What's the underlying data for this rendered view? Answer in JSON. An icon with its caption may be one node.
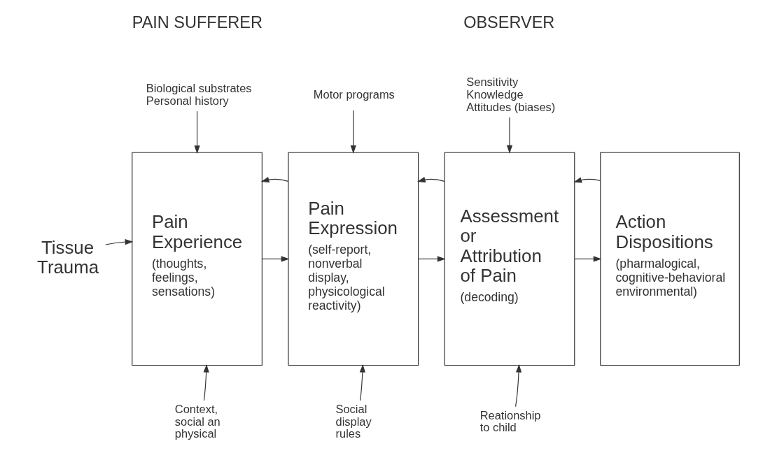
{
  "diagram": {
    "nodes": [
      {
        "text": [
          "Tissue Trauma"
        ]
      },
      {
        "text": [
          "Pain Experience",
          "(thoughts, feelings, sensations)"
        ]
      },
      {
        "text": [
          "Pain Expression",
          "(self-report, nonverbal display, physicological reactivity)"
        ]
      },
      {
        "text": [
          "Assessment or Attribution of Pain",
          "(decoding)"
        ]
      },
      {
        "text": [
          "Action Dispositions",
          "(pharmalogical, cognitive-behavioral environmental)"
        ]
      },
      {
        "text": [
          "Biological substrates",
          "Personal history"
        ]
      },
      {
        "text": [
          "Motor programs"
        ]
      },
      {
        "text": [
          "Sensitivity",
          "Knowledge",
          "Attitudes (biases)"
        ]
      },
      {
        "text": [
          "Context, social an physical"
        ]
      },
      {
        "text": [
          "Social display rules"
        ]
      },
      {
        "text": [
          "Reationship to child"
        ]
      }
    ],
    "edges": [
      {
        "from": 0,
        "to": 1,
        "arrow": "to"
      },
      {
        "from": 1,
        "to": 2,
        "arrow": "to"
      },
      {
        "from": 2,
        "to": 1,
        "arrow": "to"
      },
      {
        "from": 2,
        "to": 3,
        "arrow": "to"
      },
      {
        "from": 3,
        "to": 2,
        "arrow": "to"
      },
      {
        "from": 3,
        "to": 4,
        "arrow": "to"
      },
      {
        "from": 4,
        "to": 3,
        "arrow": "to"
      },
      {
        "from": 5,
        "to": 1,
        "arrow": "to"
      },
      {
        "from": 6,
        "to": 2,
        "arrow": "to"
      },
      {
        "from": 7,
        "to": 3,
        "arrow": "to"
      },
      {
        "from": 8,
        "to": 1,
        "arrow": "to"
      },
      {
        "from": 9,
        "to": 2,
        "arrow": "to"
      },
      {
        "from": 10,
        "to": 3,
        "arrow": "to"
      }
    ],
    "labels": [
      "PAIN SUFFERER",
      "OBSERVER"
    ]
  }
}
